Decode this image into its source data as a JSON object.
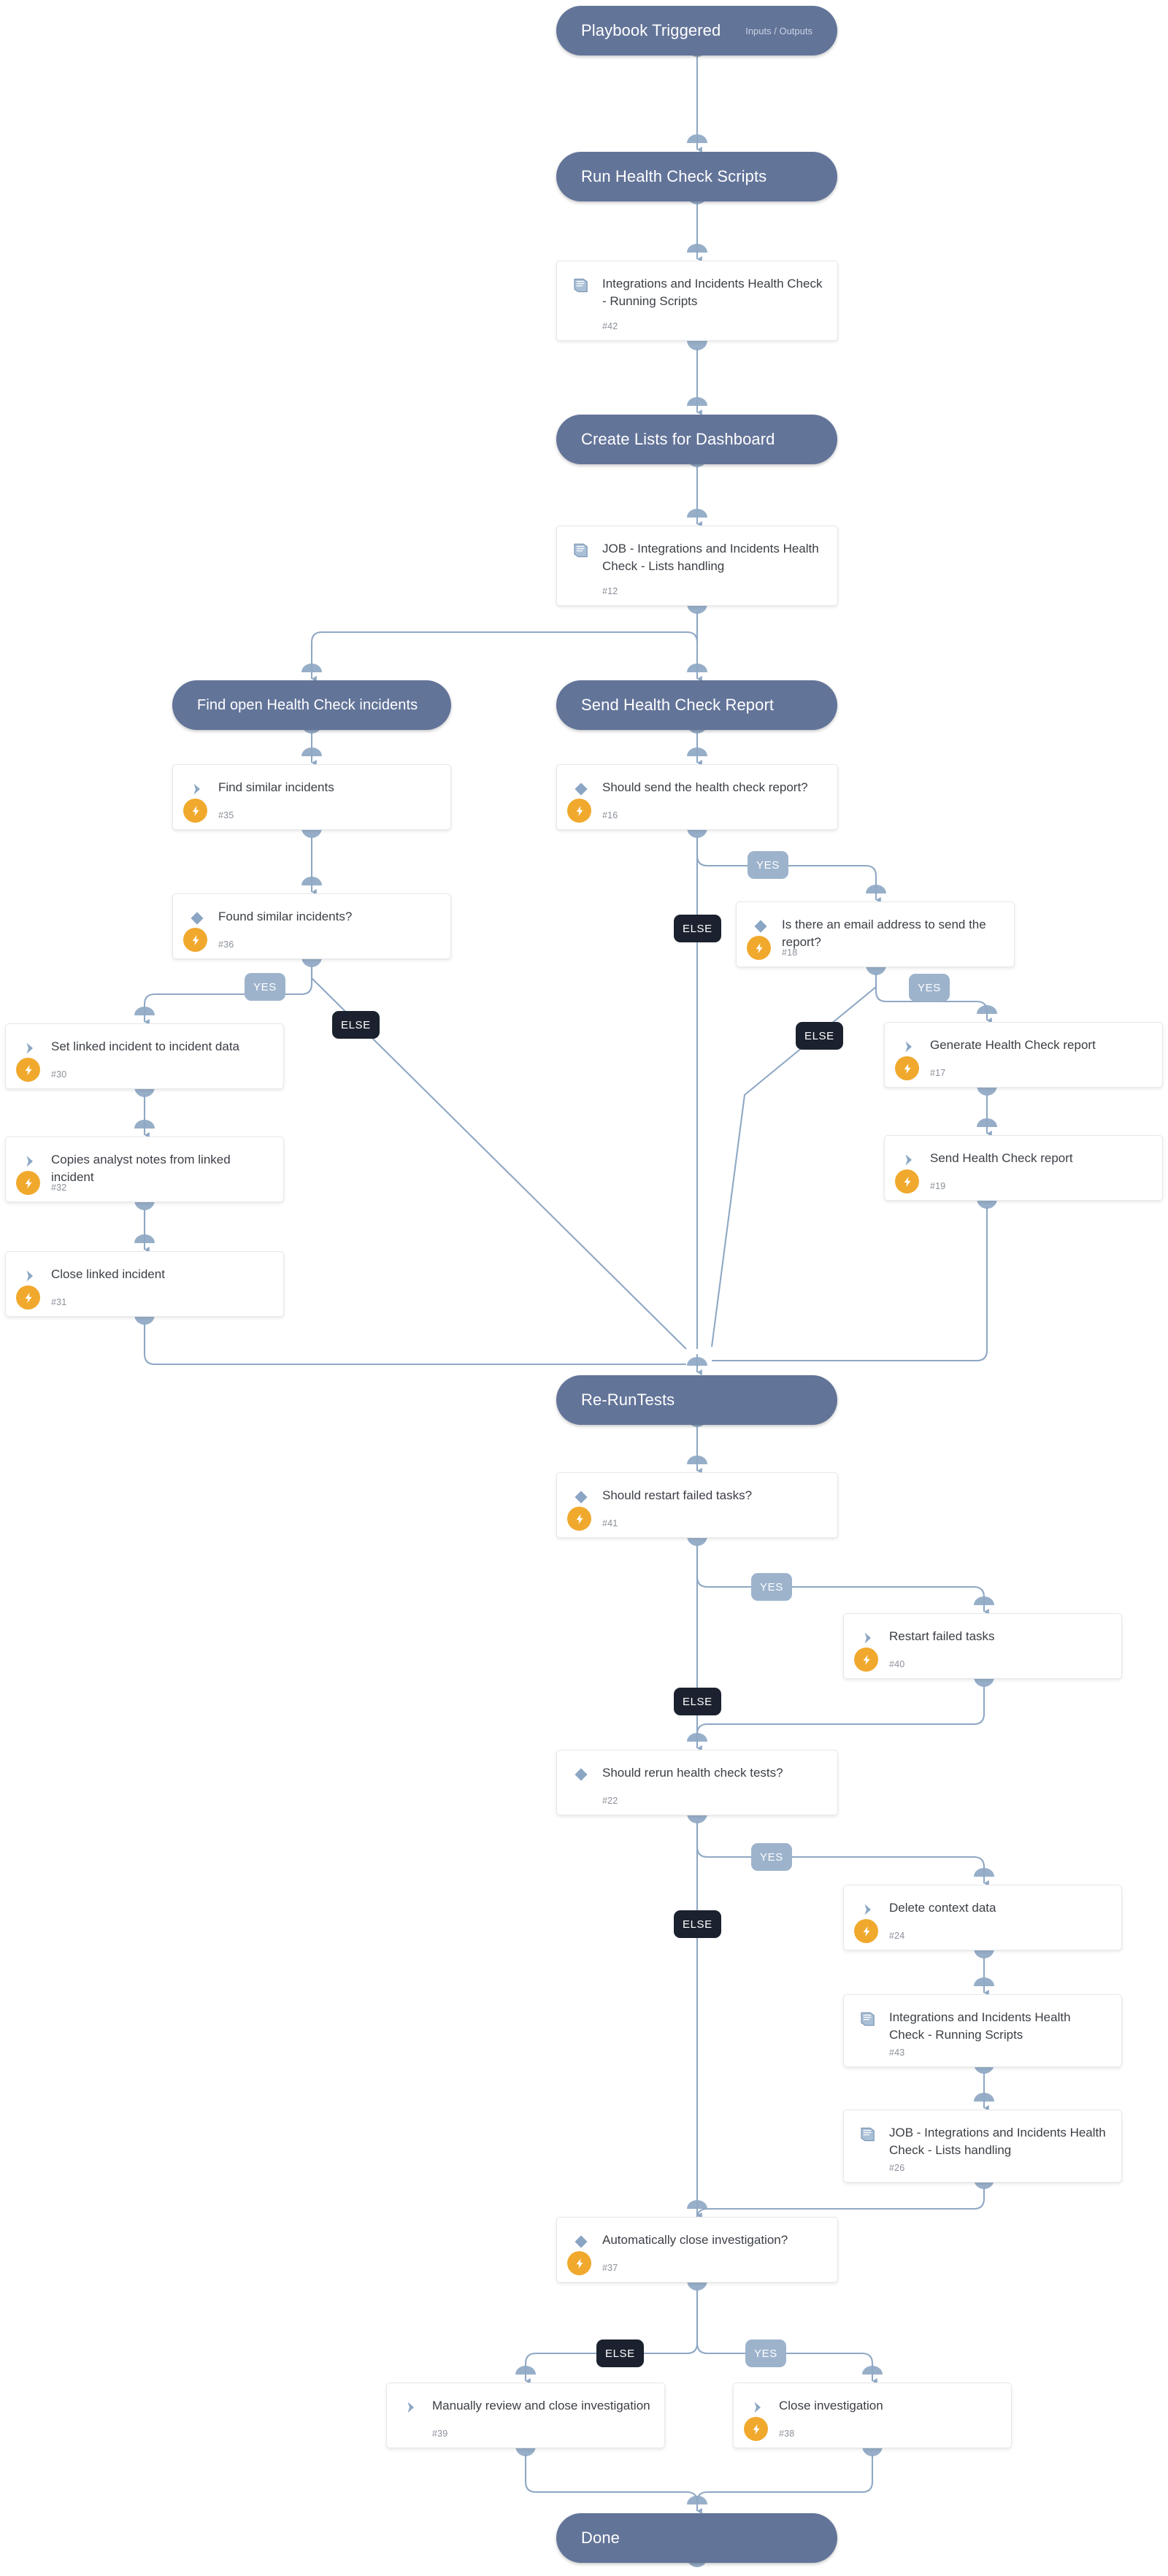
{
  "diagram": {
    "title": "Integrations and Incidents Health Check playbook",
    "colors": {
      "pill": "#637499",
      "edge": "#8fa8c4",
      "bolt": "#f0a92d",
      "yes_badge": "#9db3cc",
      "else_badge": "#1b212e",
      "card_bg": "#ffffff",
      "canvas_bg": "#ffffff"
    }
  },
  "sections": [
    {
      "id": "sec-trigger",
      "label": "Playbook Triggered",
      "sub": "Inputs / Outputs"
    },
    {
      "id": "sec-run",
      "label": "Run Health Check Scripts",
      "sub": ""
    },
    {
      "id": "sec-lists",
      "label": "Create Lists for Dashboard",
      "sub": ""
    },
    {
      "id": "sec-findopen",
      "label": "Find open Health Check incidents",
      "sub": ""
    },
    {
      "id": "sec-sendrep",
      "label": "Send Health Check Report",
      "sub": ""
    },
    {
      "id": "sec-rerun",
      "label": "Re-RunTests",
      "sub": ""
    },
    {
      "id": "sec-done",
      "label": "Done",
      "sub": ""
    }
  ],
  "tasks": [
    {
      "id": "t42",
      "title": "Integrations and Incidents Health Check - Running Scripts",
      "num": "#42",
      "icon": "playbook-book-icon",
      "bolt": false
    },
    {
      "id": "t12",
      "title": "JOB - Integrations and Incidents Health Check - Lists handling",
      "num": "#12",
      "icon": "playbook-book-icon",
      "bolt": false
    },
    {
      "id": "t35",
      "title": "Find similar incidents",
      "num": "#35",
      "icon": "task-chevron-icon",
      "bolt": true
    },
    {
      "id": "t36",
      "title": "Found similar incidents?",
      "num": "#36",
      "icon": "condition-diamond-icon",
      "bolt": true
    },
    {
      "id": "t30",
      "title": "Set linked incident to incident data",
      "num": "#30",
      "icon": "task-chevron-icon",
      "bolt": true
    },
    {
      "id": "t32",
      "title": "Copies analyst notes from linked incident",
      "num": "#32",
      "icon": "task-chevron-icon",
      "bolt": true
    },
    {
      "id": "t31",
      "title": "Close linked incident",
      "num": "#31",
      "icon": "task-chevron-icon",
      "bolt": true
    },
    {
      "id": "t16",
      "title": "Should send the health check report?",
      "num": "#16",
      "icon": "condition-diamond-icon",
      "bolt": true
    },
    {
      "id": "t18",
      "title": "Is there an email address to send the report?",
      "num": "#18",
      "icon": "condition-diamond-icon",
      "bolt": true
    },
    {
      "id": "t17",
      "title": "Generate Health Check report",
      "num": "#17",
      "icon": "task-chevron-icon",
      "bolt": true
    },
    {
      "id": "t19",
      "title": "Send Health Check report",
      "num": "#19",
      "icon": "task-chevron-icon",
      "bolt": true
    },
    {
      "id": "t41",
      "title": "Should restart failed tasks?",
      "num": "#41",
      "icon": "condition-diamond-icon",
      "bolt": true
    },
    {
      "id": "t40",
      "title": "Restart failed tasks",
      "num": "#40",
      "icon": "task-chevron-icon",
      "bolt": true
    },
    {
      "id": "t22",
      "title": "Should rerun health check tests?",
      "num": "#22",
      "icon": "condition-diamond-icon",
      "bolt": false
    },
    {
      "id": "t24",
      "title": "Delete context data",
      "num": "#24",
      "icon": "task-chevron-icon",
      "bolt": true
    },
    {
      "id": "t43",
      "title": "Integrations and Incidents Health Check - Running Scripts",
      "num": "#43",
      "icon": "playbook-book-icon",
      "bolt": false
    },
    {
      "id": "t26",
      "title": "JOB - Integrations and Incidents Health Check - Lists handling",
      "num": "#26",
      "icon": "playbook-book-icon",
      "bolt": false
    },
    {
      "id": "t37",
      "title": "Automatically close investigation?",
      "num": "#37",
      "icon": "condition-diamond-icon",
      "bolt": true
    },
    {
      "id": "t39",
      "title": "Manually review and close investigation",
      "num": "#39",
      "icon": "task-chevron-icon",
      "bolt": false
    },
    {
      "id": "t38",
      "title": "Close investigation",
      "num": "#38",
      "icon": "task-chevron-icon",
      "bolt": true
    }
  ],
  "branch_labels": [
    {
      "id": "b36yes",
      "text": "YES"
    },
    {
      "id": "b36els",
      "text": "ELSE"
    },
    {
      "id": "b16yes",
      "text": "YES"
    },
    {
      "id": "b16els",
      "text": "ELSE"
    },
    {
      "id": "b18yes",
      "text": "YES"
    },
    {
      "id": "b18els",
      "text": "ELSE"
    },
    {
      "id": "b41yes",
      "text": "YES"
    },
    {
      "id": "b41els",
      "text": "ELSE"
    },
    {
      "id": "b22yes",
      "text": "YES"
    },
    {
      "id": "b22els",
      "text": "ELSE"
    },
    {
      "id": "b37yes",
      "text": "YES"
    },
    {
      "id": "b37els",
      "text": "ELSE"
    }
  ]
}
